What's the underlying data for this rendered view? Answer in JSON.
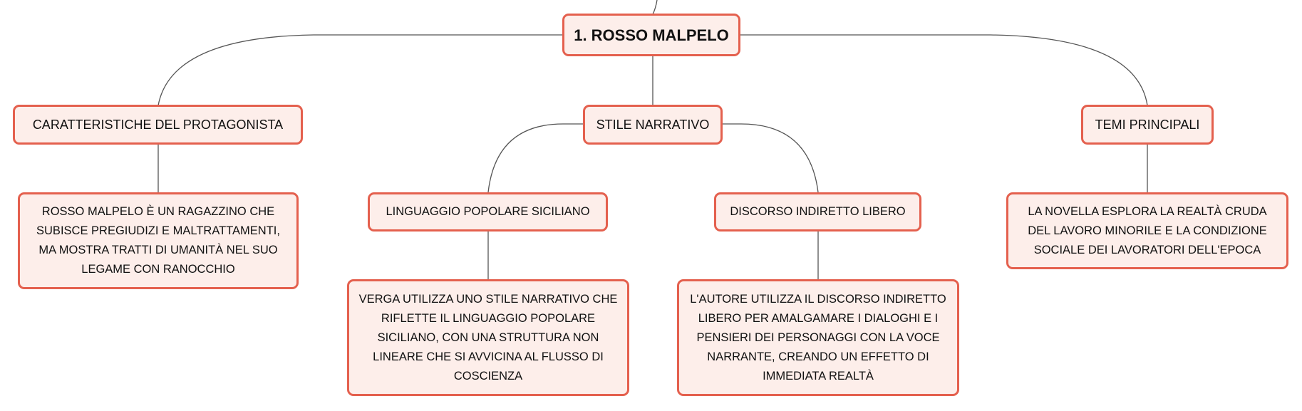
{
  "colors": {
    "border": "#e4604e",
    "fill": "#fdeeea",
    "connector": "#555555"
  },
  "root": {
    "label": "1. ROSSO MALPELO"
  },
  "branches": {
    "protagonist": {
      "label": "CARATTERISTICHE DEL PROTAGONISTA",
      "detail": "ROSSO MALPELO È UN RAGAZZINO CHE SUBISCE PREGIUDIZI E MALTRATTAMENTI, MA MOSTRA TRATTI DI UMANITÀ NEL SUO LEGAME CON RANOCCHIO"
    },
    "style": {
      "label": "STILE NARRATIVO",
      "language": {
        "label": "LINGUAGGIO POPOLARE SICILIANO",
        "detail": "VERGA UTILIZZA UNO STILE NARRATIVO CHE RIFLETTE IL LINGUAGGIO POPOLARE SICILIANO, CON UNA STRUTTURA NON LINEARE CHE SI AVVICINA AL FLUSSO DI COSCIENZA"
      },
      "indirect": {
        "label": "DISCORSO INDIRETTO LIBERO",
        "detail": "L'AUTORE UTILIZZA IL DISCORSO INDIRETTO LIBERO PER AMALGAMARE I DIALOGHI E I PENSIERI DEI PERSONAGGI CON LA VOCE NARRANTE, CREANDO UN EFFETTO DI IMMEDIATA REALTÀ"
      }
    },
    "themes": {
      "label": "TEMI PRINCIPALI",
      "detail": "LA NOVELLA ESPLORA LA REALTÀ CRUDA DEL LAVORO MINORILE E LA CONDIZIONE SOCIALE DEI LAVORATORI DELL'EPOCA"
    }
  }
}
